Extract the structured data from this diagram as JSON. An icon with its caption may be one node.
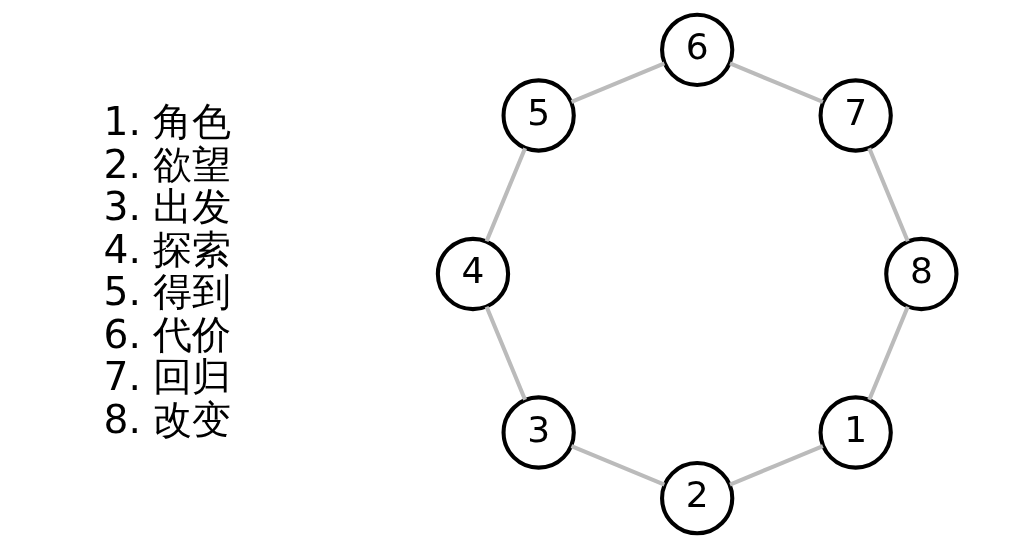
{
  "diagram": {
    "nodes": [
      {
        "text": [
          "1"
        ]
      },
      {
        "text": [
          "2"
        ]
      },
      {
        "text": [
          "3"
        ]
      },
      {
        "text": [
          "4"
        ]
      },
      {
        "text": [
          "5"
        ]
      },
      {
        "text": [
          "6"
        ]
      },
      {
        "text": [
          "7"
        ]
      },
      {
        "text": [
          "8"
        ]
      }
    ],
    "edges": [
      {
        "from": 0,
        "to": 1,
        "arrow": "none"
      },
      {
        "from": 1,
        "to": 2,
        "arrow": "none"
      },
      {
        "from": 2,
        "to": 3,
        "arrow": "none"
      },
      {
        "from": 3,
        "to": 4,
        "arrow": "none"
      },
      {
        "from": 4,
        "to": 5,
        "arrow": "none"
      },
      {
        "from": 5,
        "to": 6,
        "arrow": "none"
      },
      {
        "from": 6,
        "to": 7,
        "arrow": "none"
      },
      {
        "from": 7,
        "to": 0,
        "arrow": "none"
      }
    ],
    "labels": [
      "1. 角色",
      "2. 欲望",
      "3. 出发",
      "4. 探索",
      "5. 得到",
      "6. 代价",
      "7. 回归",
      "8. 改变"
    ]
  }
}
